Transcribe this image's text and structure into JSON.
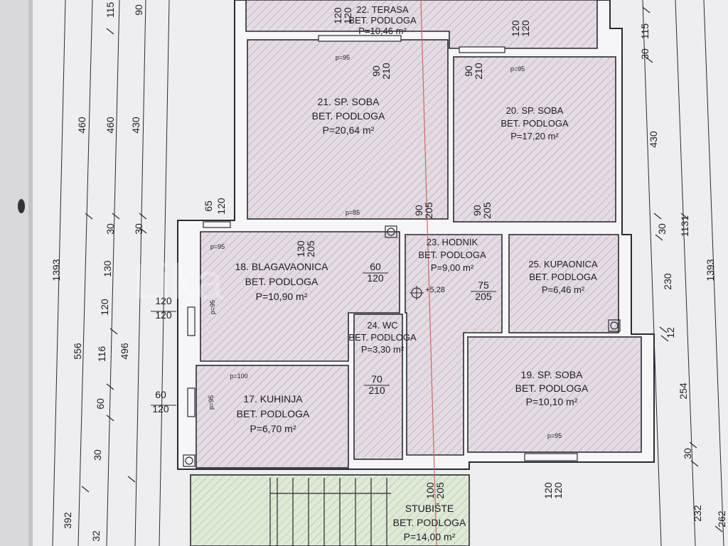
{
  "watermark": "Lika",
  "colors": {
    "hatch_fill": "#e4dbe3",
    "hatch_line": "#b9a9b7",
    "stair_fill": "#dfe9d7",
    "stair_line": "#a8bd98",
    "wall": "#2a2a33",
    "paper": "#f1f0f2",
    "red_line": "#c86a6a"
  },
  "rooms": [
    {
      "id": "terasa",
      "name": "22. TERASA",
      "floor": "BET. PODLOGA",
      "area": "P=10,46 m²"
    },
    {
      "id": "sp-soba-21",
      "name": "21. SP. SOBA",
      "floor": "BET. PODLOGA",
      "area": "P=20,64 m²"
    },
    {
      "id": "sp-soba-20",
      "name": "20. SP. SOBA",
      "floor": "BET. PODLOGA",
      "area": "P=17,20 m²"
    },
    {
      "id": "blagavaonica",
      "name": "18. BLAGAVAONICA",
      "floor": "BET. PODLOGA",
      "area": "P=10,90 m²"
    },
    {
      "id": "hodnik",
      "name": "23. HODNIK",
      "floor": "BET. PODLOGA",
      "area": "P=9,00 m²"
    },
    {
      "id": "kupaonica",
      "name": "25. KUPAONICA",
      "floor": "BET. PODLOGA",
      "area": "P=6,46 m²"
    },
    {
      "id": "wc",
      "name": "24. WC",
      "floor": "BET. PODLOGA",
      "area": "P=3,30 m²"
    },
    {
      "id": "sp-soba-19",
      "name": "19. SP. SOBA",
      "floor": "BET. PODLOGA",
      "area": "P=10,10 m²"
    },
    {
      "id": "kuhinja",
      "name": "17. KUHINJA",
      "floor": "BET. PODLOGA",
      "area": "P=6,70 m²"
    },
    {
      "id": "stubiste",
      "name": "STUBIŠTE",
      "floor": "BET. PODLOGA",
      "area": "P=14,00 m²"
    }
  ],
  "left_dims": {
    "col1": [
      "1393"
    ],
    "col2": [
      "460",
      "556",
      "392"
    ],
    "col3": [
      "115",
      "460",
      "30",
      "130",
      "120",
      "116",
      "60",
      "30",
      "32"
    ],
    "col4": [
      "90",
      "430",
      "496"
    ],
    "col5": [
      "30",
      "65",
      "120"
    ],
    "col6": [
      "120",
      "120",
      "60",
      "120"
    ]
  },
  "right_dims": {
    "col1": [
      "30",
      "115",
      "430",
      "30",
      "230",
      "12",
      "254",
      "30",
      "232"
    ],
    "col2": [
      "1131"
    ],
    "col3": [
      "1393",
      "262"
    ]
  },
  "openings": [
    {
      "id": "o1",
      "a": "120",
      "b": "120"
    },
    {
      "id": "o2",
      "a": "120",
      "b": "120"
    },
    {
      "id": "o3",
      "a": "90",
      "b": "210"
    },
    {
      "id": "o4",
      "a": "90",
      "b": "210"
    },
    {
      "id": "o5",
      "a": "90",
      "b": "205"
    },
    {
      "id": "o6",
      "a": "90",
      "b": "205"
    },
    {
      "id": "o7",
      "a": "130",
      "b": "205"
    },
    {
      "id": "o8",
      "a": "60",
      "b": "120"
    },
    {
      "id": "o9",
      "a": "75",
      "b": "205"
    },
    {
      "id": "o10",
      "a": "70",
      "b": "210"
    },
    {
      "id": "o11",
      "a": "100",
      "b": "205"
    },
    {
      "id": "o12",
      "a": "120",
      "b": "120"
    }
  ],
  "sill_labels": [
    "p=95",
    "p=95",
    "p=85",
    "p=95",
    "p=95",
    "p=100",
    "p=95",
    "p=95"
  ],
  "level_mark": "+5,28"
}
